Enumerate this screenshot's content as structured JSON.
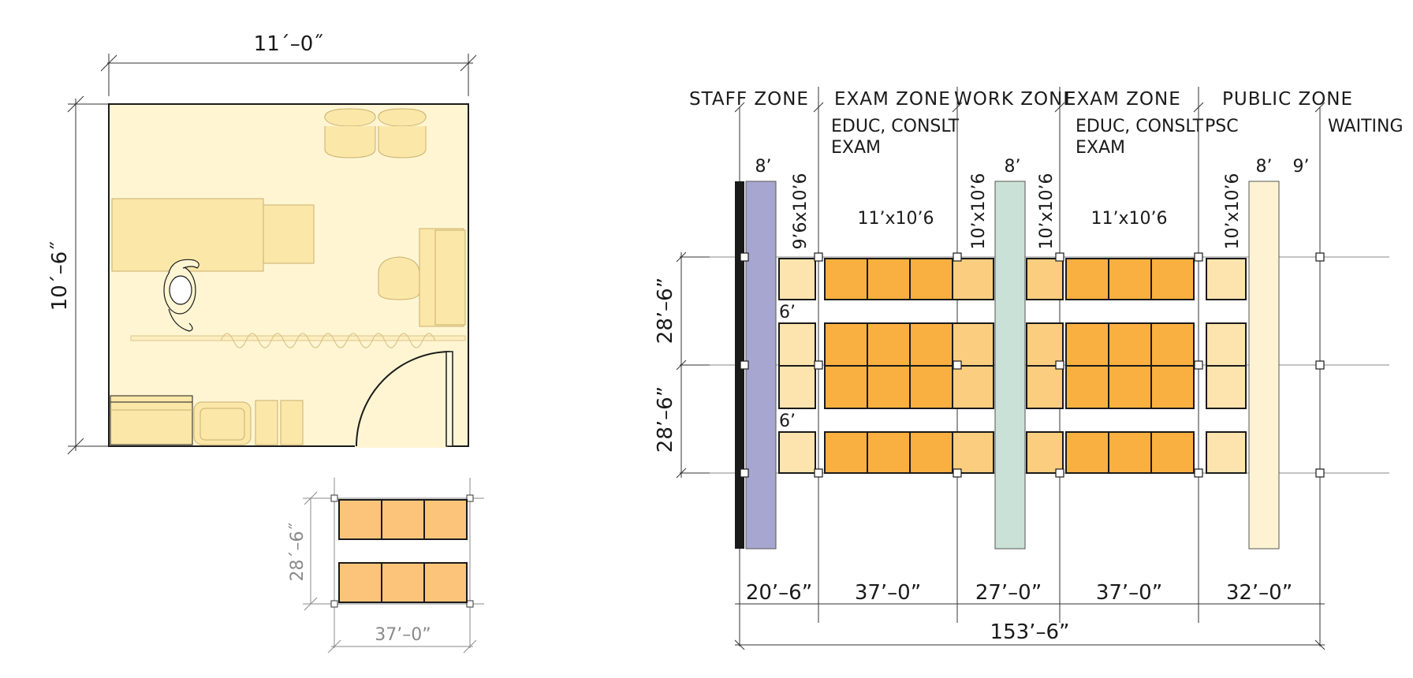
{
  "room_detail": {
    "width_dim": "11´–0˝",
    "depth_dim": "10´–6˝"
  },
  "module_detail": {
    "depth_dim": "28´–6˝",
    "width_dim": "37’–0”"
  },
  "plan": {
    "zones": [
      "STAFF ZONE",
      "EXAM ZONE",
      "WORK ZONE",
      "EXAM ZONE",
      "PUBLIC ZONE"
    ],
    "subzones": {
      "educ1": "EDUC, CONSLT",
      "exam1": "EXAM",
      "educ2": "EDUC, CONSLT",
      "exam2": "EXAM",
      "psc": "PSC",
      "waiting": "WAITING"
    },
    "corridor_widths": {
      "staff": "8’",
      "work": "8’",
      "public": "8’",
      "waiting": "9’"
    },
    "room_sizes": {
      "staff_room": "9’6x10’6",
      "exam1": "11’x10’6",
      "work_left": "10’x10’6",
      "work_right": "10’x10’6",
      "exam2": "11’x10’6",
      "psc_room": "10’x10’6"
    },
    "aisle_widths": [
      "6’",
      "6’"
    ],
    "bay_depths": [
      "28’–6”",
      "28’–6”"
    ],
    "bottom_dims": [
      "20’–6”",
      "37’–0”",
      "27’–0”",
      "37’–0”",
      "32’–0”"
    ],
    "total_dim": "153’–6”"
  },
  "colors": {
    "room_fill": "#fff5d2",
    "furniture_fill": "#fbe7a8",
    "exam_dark": "#f9b040",
    "exam_light": "#fbcd7f",
    "room_pale": "#fde4ae",
    "module_fill": "#fbc47a",
    "staff_corridor": "#a7a6d0",
    "work_corridor": "#c9e1d6",
    "public_corridor": "#fdf3d2"
  }
}
